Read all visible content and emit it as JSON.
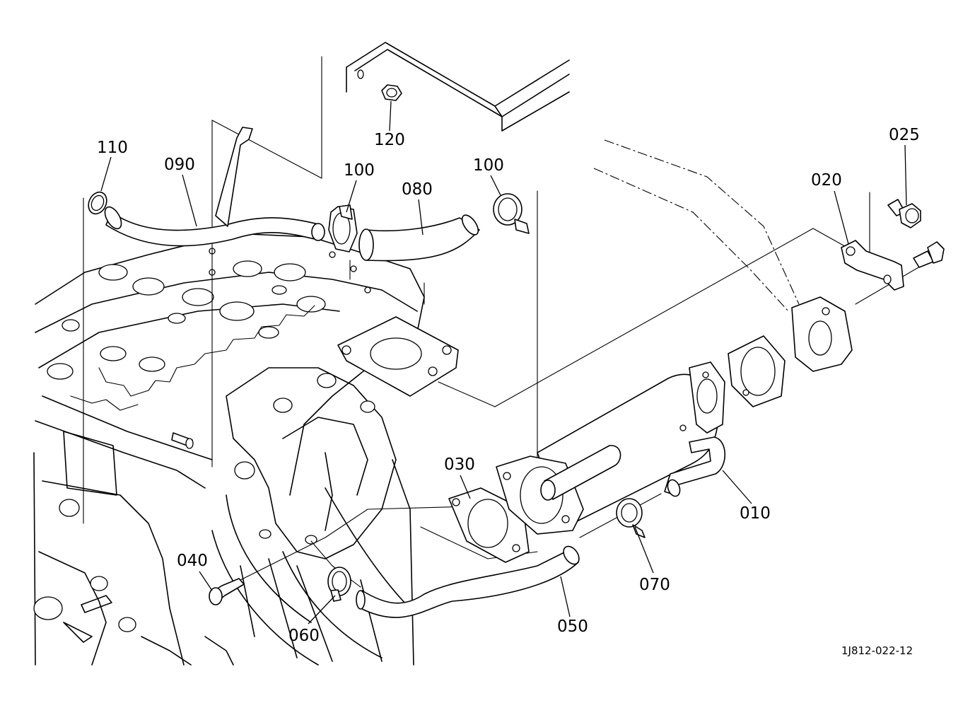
{
  "diagram": {
    "drawing_code": "1J812-022-12",
    "callouts": {
      "p010": "010",
      "p020": "020",
      "p025": "025",
      "p030": "030",
      "p040": "040",
      "p050": "050",
      "p060": "060",
      "p070": "070",
      "p080": "080",
      "p090": "090",
      "p100a": "100",
      "p100b": "100",
      "p110": "110",
      "p120": "120"
    }
  }
}
